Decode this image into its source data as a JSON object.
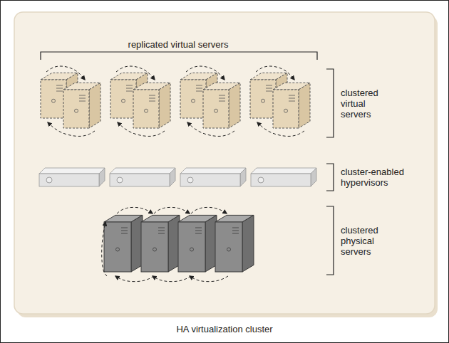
{
  "diagram": {
    "caption": "HA virtualization cluster",
    "labels": [
      "replicated virtual servers",
      "clustered virtual servers",
      "cluster-enabled hypervisors",
      "clustered physical servers"
    ]
  }
}
